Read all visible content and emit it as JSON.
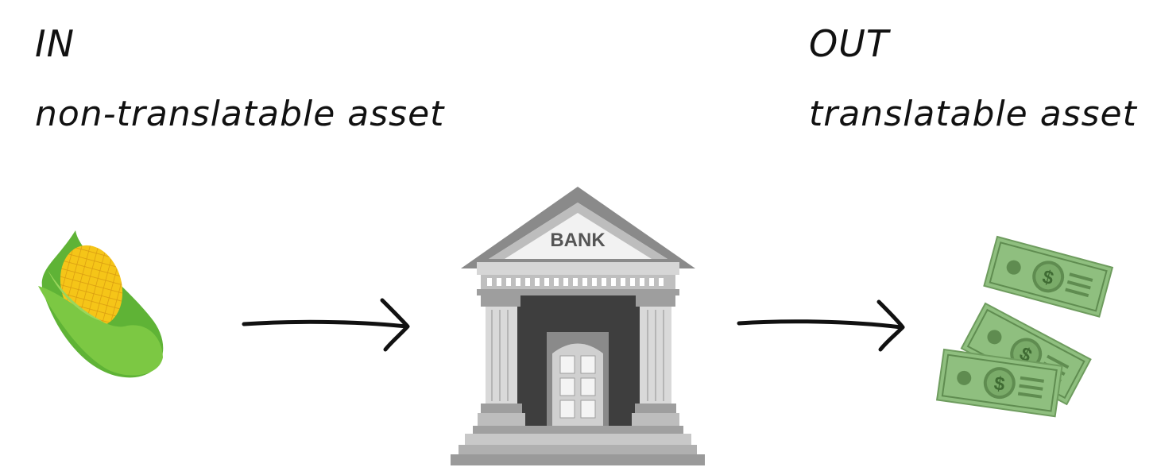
{
  "input": {
    "heading": "IN",
    "label": "non-translatable asset",
    "icon": "corn-icon"
  },
  "process": {
    "label": "BANK",
    "icon": "bank-icon"
  },
  "output": {
    "heading": "OUT",
    "label": "translatable asset",
    "icon": "money-stack-icon"
  },
  "colors": {
    "text": "#111111",
    "corn_husk": "#7cc843",
    "corn_kernels": "#f5c518",
    "bank_gray": "#a9a9a9",
    "bank_dark": "#3e3e3e",
    "money_green": "#8fbf7f"
  }
}
